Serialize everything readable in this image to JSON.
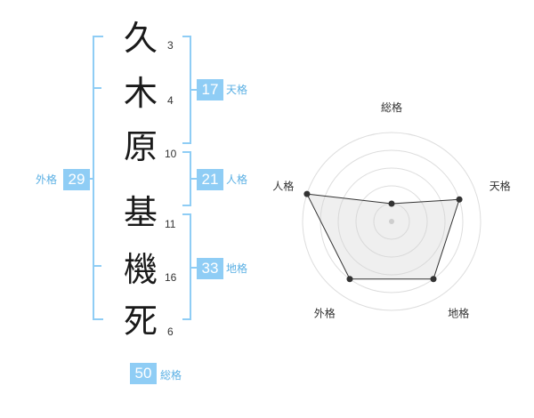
{
  "name_chars": [
    {
      "char": "久",
      "strokes": "3"
    },
    {
      "char": "木",
      "strokes": "4"
    },
    {
      "char": "原",
      "strokes": "10"
    },
    {
      "char": "基",
      "strokes": "11"
    },
    {
      "char": "機",
      "strokes": "16"
    },
    {
      "char": "死",
      "strokes": "6"
    }
  ],
  "fortunes": {
    "tenkaku": {
      "value": "17",
      "label": "天格"
    },
    "jinkaku": {
      "value": "21",
      "label": "人格"
    },
    "chikaku": {
      "value": "33",
      "label": "地格"
    },
    "gaikaku": {
      "value": "29",
      "label": "外格"
    },
    "soukaku": {
      "value": "50",
      "label": "総格"
    }
  },
  "colors": {
    "accent": "#8fcdf5",
    "accent_text": "#5bb0e4"
  },
  "chart_data": {
    "type": "radar",
    "axes": [
      "総格",
      "天格",
      "地格",
      "外格",
      "人格"
    ],
    "values": [
      1,
      4,
      4,
      4,
      5
    ],
    "range": [
      0,
      5
    ],
    "grid": true
  }
}
